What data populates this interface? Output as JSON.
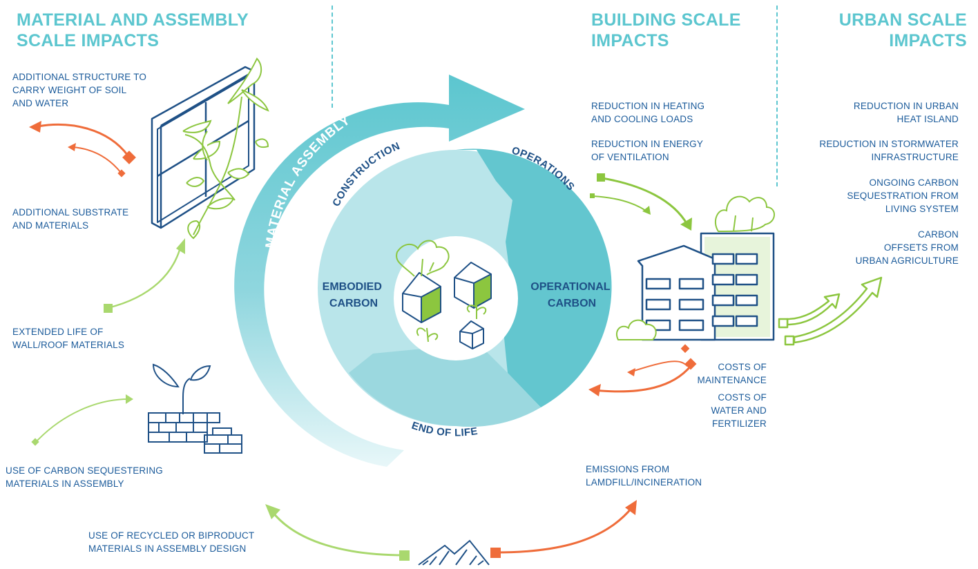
{
  "headers": {
    "material": [
      "MATERIAL AND ASSEMBLY",
      "SCALE IMPACTS"
    ],
    "building": [
      "BUILDING SCALE",
      "IMPACTS"
    ],
    "urban": [
      "URBAN SCALE",
      "IMPACTS"
    ]
  },
  "cycle": {
    "outer_arrow": "MATERIAL ASSEMBLY",
    "construction": "CONSTRUCTION",
    "operations": "OPERATIONS",
    "end_of_life": "END OF LIFE",
    "embodied": [
      "EMBODIED",
      "CARBON"
    ],
    "operational": [
      "OPERATIONAL",
      "CARBON"
    ]
  },
  "material_labels": {
    "additional_structure": [
      "ADDITIONAL STRUCTURE TO",
      "CARRY WEIGHT OF SOIL",
      "AND WATER"
    ],
    "additional_substrate": [
      "ADDITIONAL SUBSTRATE",
      "AND MATERIALS"
    ],
    "extended_life": [
      "EXTENDED LIFE OF",
      "WALL/ROOF MATERIALS"
    ],
    "carbon_sequestering": [
      "USE OF CARBON SEQUESTERING",
      "MATERIALS IN ASSEMBLY"
    ],
    "recycled": [
      "USE OF RECYCLED OR BIPRODUCT",
      "MATERIALS IN ASSEMBLY DESIGN"
    ]
  },
  "building_labels": {
    "heating_cooling": [
      "REDUCTION IN HEATING",
      "AND COOLING LOADS"
    ],
    "ventilation": [
      "REDUCTION IN ENERGY",
      "OF VENTILATION"
    ],
    "maintenance": [
      "COSTS OF",
      "MAINTENANCE"
    ],
    "water_fertilizer": [
      "COSTS OF",
      "WATER AND",
      "FERTILIZER"
    ],
    "emissions": [
      "EMISSIONS FROM",
      "LAMDFILL/INCINERATION"
    ]
  },
  "urban_labels": {
    "heat_island": [
      "REDUCTION IN URBAN",
      "HEAT ISLAND"
    ],
    "stormwater": [
      "REDUCTION IN STORMWATER",
      "INFRASTRUCTURE"
    ],
    "sequestration": [
      "ONGOING CARBON",
      "SEQUESTRATION FROM",
      "LIVING SYSTEM"
    ],
    "offsets": [
      "CARBON",
      "OFFSETS FROM",
      "URBAN AGRICULTURE"
    ]
  },
  "colors": {
    "teal": "#5cc6cf",
    "dark_teal": "#4fb8c2",
    "light_teal": "#b9e5ea",
    "mid_teal": "#8fd4dc",
    "navy": "#1e5086",
    "label_blue": "#1a5a9a",
    "green": "#8cc63f",
    "light_green": "#a9d86e",
    "orange": "#ef6c3a"
  }
}
